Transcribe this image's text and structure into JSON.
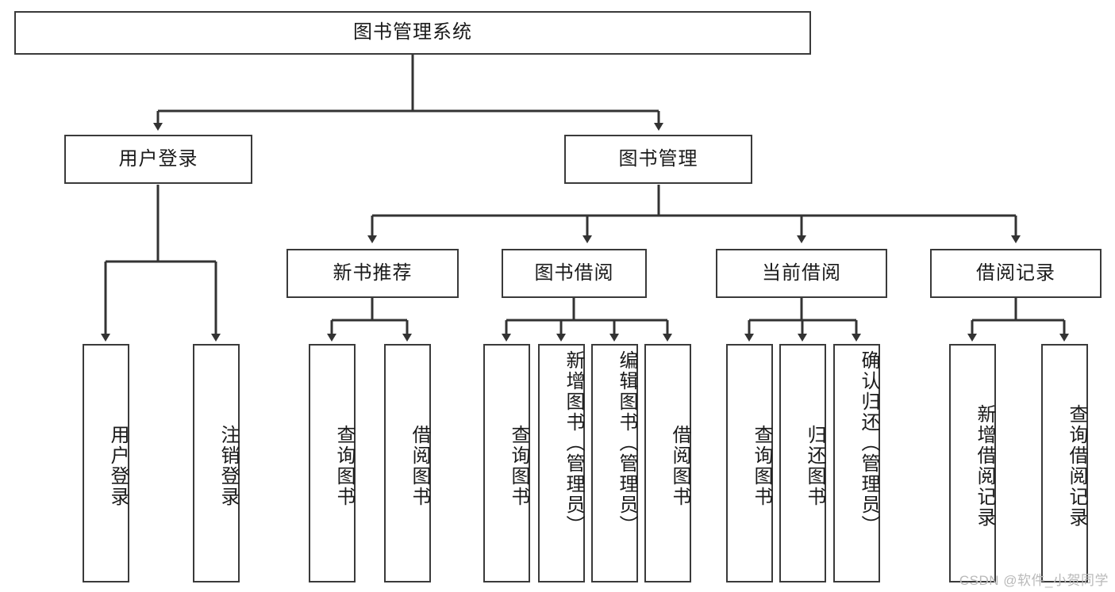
{
  "diagram": {
    "title": "图书管理系统",
    "type": "tree",
    "colors": {
      "box_border": "#3a3a3a",
      "box_fill": "#ffffff",
      "edge": "#333333",
      "text": "#1a1a1a",
      "watermark": "#b9b9b9"
    },
    "nodes": {
      "root": {
        "label": "图书管理系统"
      },
      "level2": [
        {
          "id": "user-login",
          "label": "用户登录"
        },
        {
          "id": "book-manage",
          "label": "图书管理"
        }
      ],
      "level3": [
        {
          "id": "new-book-recommend",
          "label": "新书推荐"
        },
        {
          "id": "book-borrow",
          "label": "图书借阅"
        },
        {
          "id": "current-borrow",
          "label": "当前借阅"
        },
        {
          "id": "borrow-record",
          "label": "借阅记录"
        }
      ],
      "leaves": [
        {
          "id": "leaf-user-login",
          "label": "用户登录",
          "parent": "user-login"
        },
        {
          "id": "leaf-logout",
          "label": "注销登录",
          "parent": "user-login"
        },
        {
          "id": "leaf-query-book-1",
          "label": "查询图书",
          "parent": "new-book-recommend"
        },
        {
          "id": "leaf-borrow-book-1",
          "label": "借阅图书",
          "parent": "new-book-recommend"
        },
        {
          "id": "leaf-query-book-2",
          "label": "查询图书",
          "parent": "book-borrow"
        },
        {
          "id": "leaf-add-book",
          "label": "新增图书（管理员）",
          "parent": "book-borrow"
        },
        {
          "id": "leaf-edit-book",
          "label": "编辑图书（管理员）",
          "parent": "book-borrow"
        },
        {
          "id": "leaf-borrow-book-2",
          "label": "借阅图书",
          "parent": "book-borrow"
        },
        {
          "id": "leaf-query-book-3",
          "label": "查询图书",
          "parent": "current-borrow"
        },
        {
          "id": "leaf-return-book",
          "label": "归还图书",
          "parent": "current-borrow"
        },
        {
          "id": "leaf-confirm-return",
          "label": "确认归还（管理员）",
          "parent": "current-borrow"
        },
        {
          "id": "leaf-add-record",
          "label": "新增借阅记录",
          "parent": "borrow-record"
        },
        {
          "id": "leaf-query-record",
          "label": "查询借阅记录",
          "parent": "borrow-record"
        }
      ]
    },
    "watermark": "CSDN @软件_小贺同学"
  }
}
